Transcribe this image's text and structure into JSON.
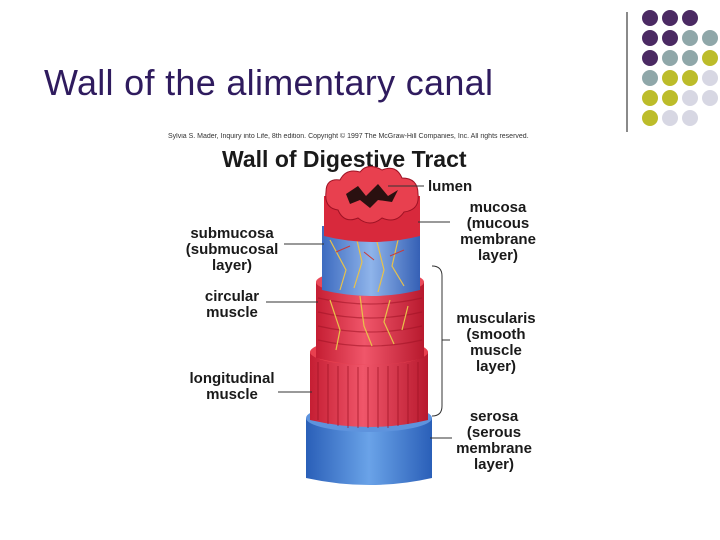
{
  "slide": {
    "title": "Wall of the alimentary canal"
  },
  "figure": {
    "credit": "Sylvia S. Mader, Inquiry into Life, 8th edition. Copyright © 1997 The McGraw-Hill Companies, Inc. All rights reserved.",
    "title": "Wall of Digestive Tract",
    "labels": {
      "lumen": "lumen",
      "mucosa": "mucosa\n(mucous\nmembrane\nlayer)",
      "submucosa": "submucosa\n(submucosal\nlayer)",
      "circular_muscle": "circular\nmuscle",
      "muscularis": "muscularis\n(smooth\nmuscle\nlayer)",
      "longitudinal_muscle": "longitudinal\nmuscle",
      "serosa": "serosa\n(serous\nmembrane\nlayer)"
    }
  },
  "colors": {
    "title": "#2f1b5e",
    "dot_purple": "#4b2a63",
    "dot_teal": "#8fa7a9",
    "dot_olive": "#bcbc2a",
    "dot_lavender": "#d7d7e3"
  }
}
